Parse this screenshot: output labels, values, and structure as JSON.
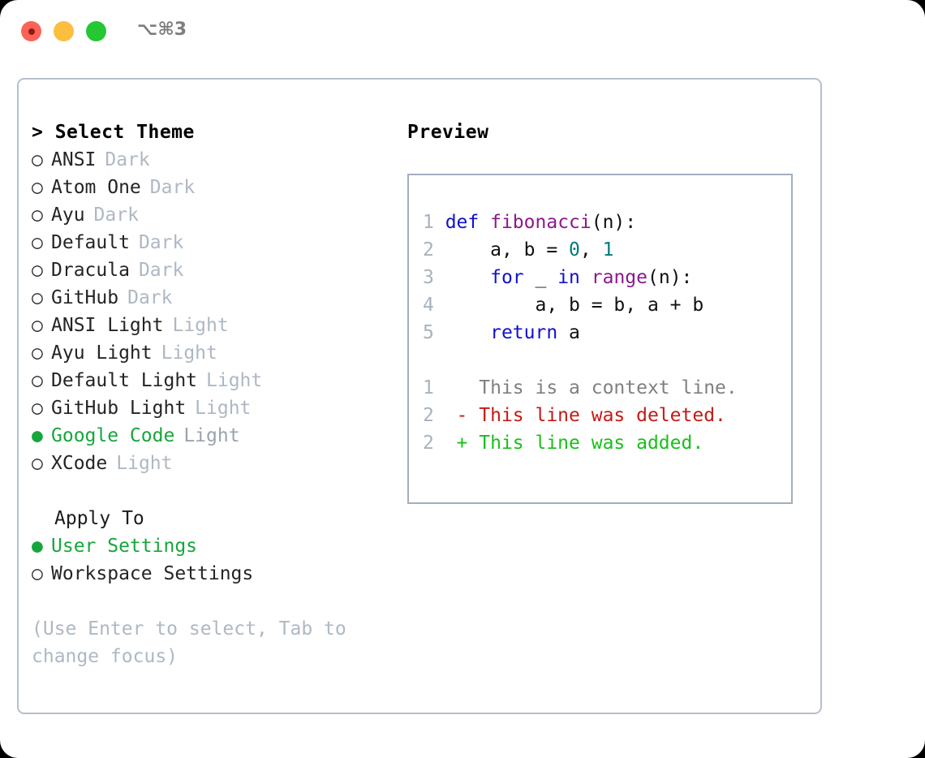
{
  "titlebar": {
    "shortcut": "⌥⌘3",
    "buttons": [
      {
        "name": "close",
        "color": "#fd6158"
      },
      {
        "name": "minimize",
        "color": "#fbbe3f"
      },
      {
        "name": "maximize",
        "color": "#25c732"
      }
    ]
  },
  "theme_picker": {
    "header": "> Select Theme",
    "selected_bullet": "●",
    "unselected_bullet": "○",
    "items": [
      {
        "name": "ANSI",
        "category": "Dark",
        "selected": false
      },
      {
        "name": "Atom One",
        "category": "Dark",
        "selected": false
      },
      {
        "name": "Ayu",
        "category": "Dark",
        "selected": false
      },
      {
        "name": "Default",
        "category": "Dark",
        "selected": false
      },
      {
        "name": "Dracula",
        "category": "Dark",
        "selected": false
      },
      {
        "name": "GitHub",
        "category": "Dark",
        "selected": false
      },
      {
        "name": "ANSI Light",
        "category": "Light",
        "selected": false
      },
      {
        "name": "Ayu Light",
        "category": "Light",
        "selected": false
      },
      {
        "name": "Default Light",
        "category": "Light",
        "selected": false
      },
      {
        "name": "GitHub Light",
        "category": "Light",
        "selected": false
      },
      {
        "name": "Google Code",
        "category": "Light",
        "selected": true
      },
      {
        "name": "XCode",
        "category": "Light",
        "selected": false
      }
    ]
  },
  "apply_to": {
    "label": "Apply To",
    "items": [
      {
        "name": "User Settings",
        "selected": true
      },
      {
        "name": "Workspace Settings",
        "selected": false
      }
    ]
  },
  "hint": "(Use Enter to select, Tab to\nchange focus)",
  "preview": {
    "title": "Preview",
    "code_lines": [
      {
        "num": "1",
        "tokens": [
          {
            "t": "def",
            "c": "kw"
          },
          {
            "t": " ",
            "c": "plain"
          },
          {
            "t": "fibonacci",
            "c": "fn"
          },
          {
            "t": "(n):",
            "c": "plain"
          }
        ]
      },
      {
        "num": "2",
        "tokens": [
          {
            "t": "    a, b = ",
            "c": "plain"
          },
          {
            "t": "0",
            "c": "num"
          },
          {
            "t": ", ",
            "c": "plain"
          },
          {
            "t": "1",
            "c": "num"
          }
        ]
      },
      {
        "num": "3",
        "tokens": [
          {
            "t": "    ",
            "c": "plain"
          },
          {
            "t": "for",
            "c": "kw"
          },
          {
            "t": " _ ",
            "c": "plain"
          },
          {
            "t": "in",
            "c": "kw"
          },
          {
            "t": " ",
            "c": "plain"
          },
          {
            "t": "range",
            "c": "fn"
          },
          {
            "t": "(n):",
            "c": "plain"
          }
        ]
      },
      {
        "num": "4",
        "tokens": [
          {
            "t": "        a, b = b, a + b",
            "c": "plain"
          }
        ]
      },
      {
        "num": "5",
        "tokens": [
          {
            "t": "    ",
            "c": "plain"
          },
          {
            "t": "return",
            "c": "kw"
          },
          {
            "t": " a",
            "c": "plain"
          }
        ]
      }
    ],
    "diff_lines": [
      {
        "num": "1",
        "marker": "  ",
        "text": "This is a context line.",
        "kind": "ctx"
      },
      {
        "num": "2",
        "marker": "- ",
        "text": "This line was deleted.",
        "kind": "del"
      },
      {
        "num": "2",
        "marker": "+ ",
        "text": "This line was added.",
        "kind": "add"
      }
    ]
  }
}
